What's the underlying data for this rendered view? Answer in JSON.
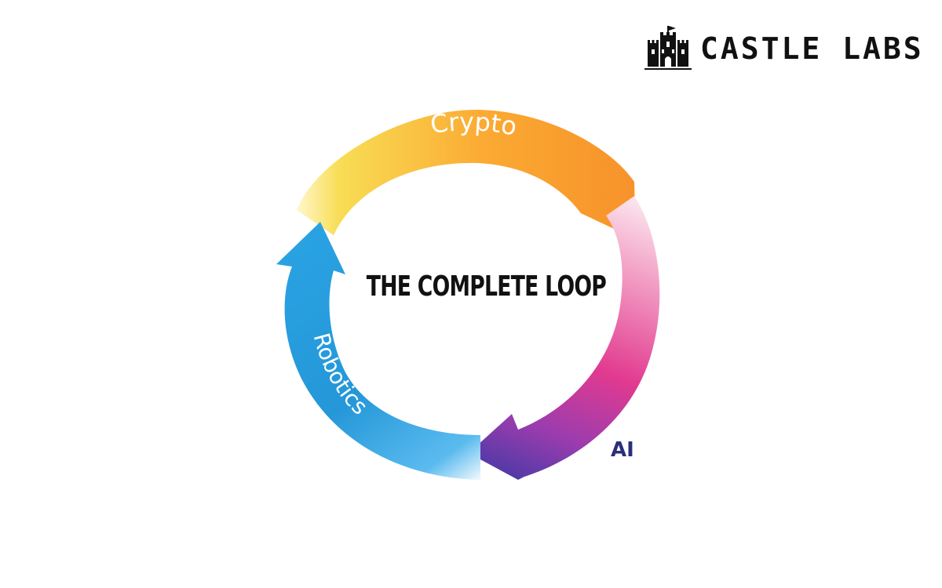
{
  "brand": {
    "name": "CASTLE LABS",
    "logo_icon": "castle-icon"
  },
  "diagram": {
    "title": "THE COMPLETE LOOP",
    "segments": [
      {
        "label": "Crypto",
        "colors": [
          "#f8dd55",
          "#fbaa33",
          "#f7922a"
        ],
        "label_color": "#ffffff"
      },
      {
        "label": "AI",
        "colors": [
          "#f6b9cf",
          "#e8388e",
          "#5b3aa5"
        ],
        "label_color": "#2b2f7a"
      },
      {
        "label": "Robotics",
        "colors": [
          "#cfe9f8",
          "#2497d8",
          "#2aa3e3"
        ],
        "label_color": "#ffffff"
      }
    ]
  }
}
